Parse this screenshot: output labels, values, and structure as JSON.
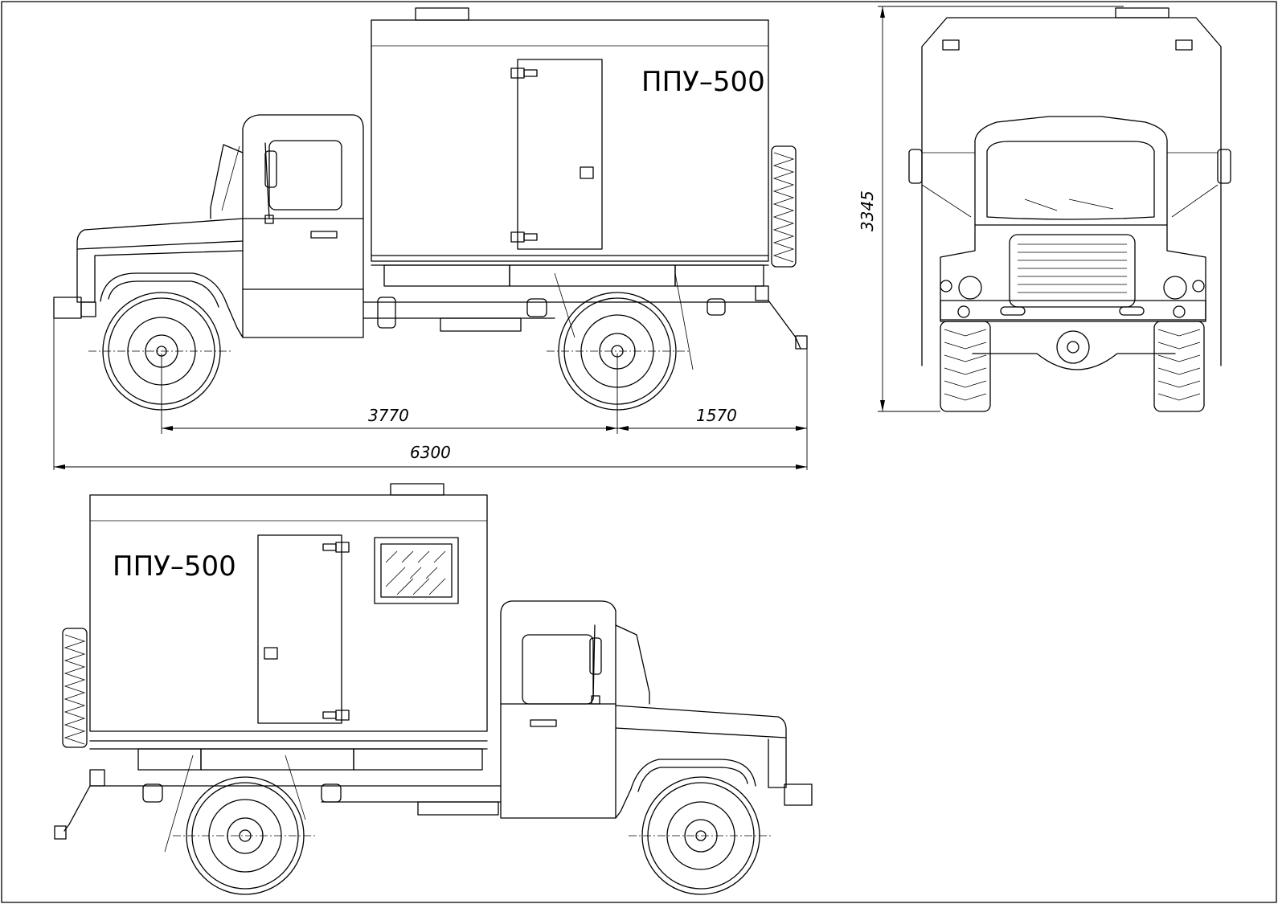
{
  "drawing": {
    "views": {
      "side_left": {
        "label": "ППУ–500"
      },
      "side_right": {
        "label": "ППУ–500"
      },
      "front": {}
    },
    "dimensions": {
      "wheelbase": "3770",
      "rear_overhang": "1570",
      "overall_length": "6300",
      "overall_height": "3345"
    }
  }
}
